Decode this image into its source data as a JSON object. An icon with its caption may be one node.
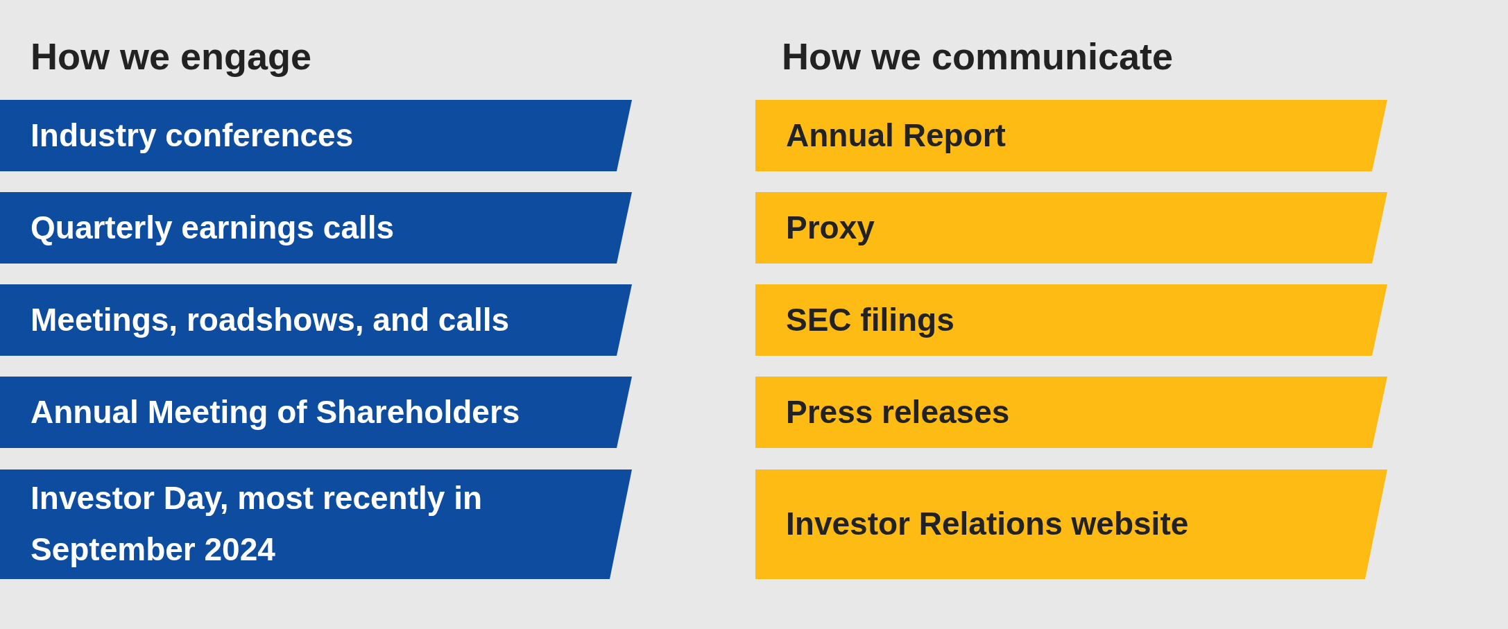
{
  "diagram": {
    "nodes": [
      {
        "text": [
          "Industry conferences"
        ]
      },
      {
        "text": [
          "Quarterly earnings calls"
        ]
      },
      {
        "text": [
          "Meetings, roadshows, and calls"
        ]
      },
      {
        "text": [
          "Annual Meeting of Shareholders"
        ]
      },
      {
        "text": [
          "Investor Day, most recently in September 2024"
        ]
      },
      {
        "text": [
          "Annual Report"
        ]
      },
      {
        "text": [
          "Proxy"
        ]
      },
      {
        "text": [
          "SEC filings"
        ]
      },
      {
        "text": [
          "Press releases"
        ]
      },
      {
        "text": [
          "Investor Relations website"
        ]
      }
    ],
    "labels": [
      "How we engage",
      "How we communicate"
    ]
  }
}
